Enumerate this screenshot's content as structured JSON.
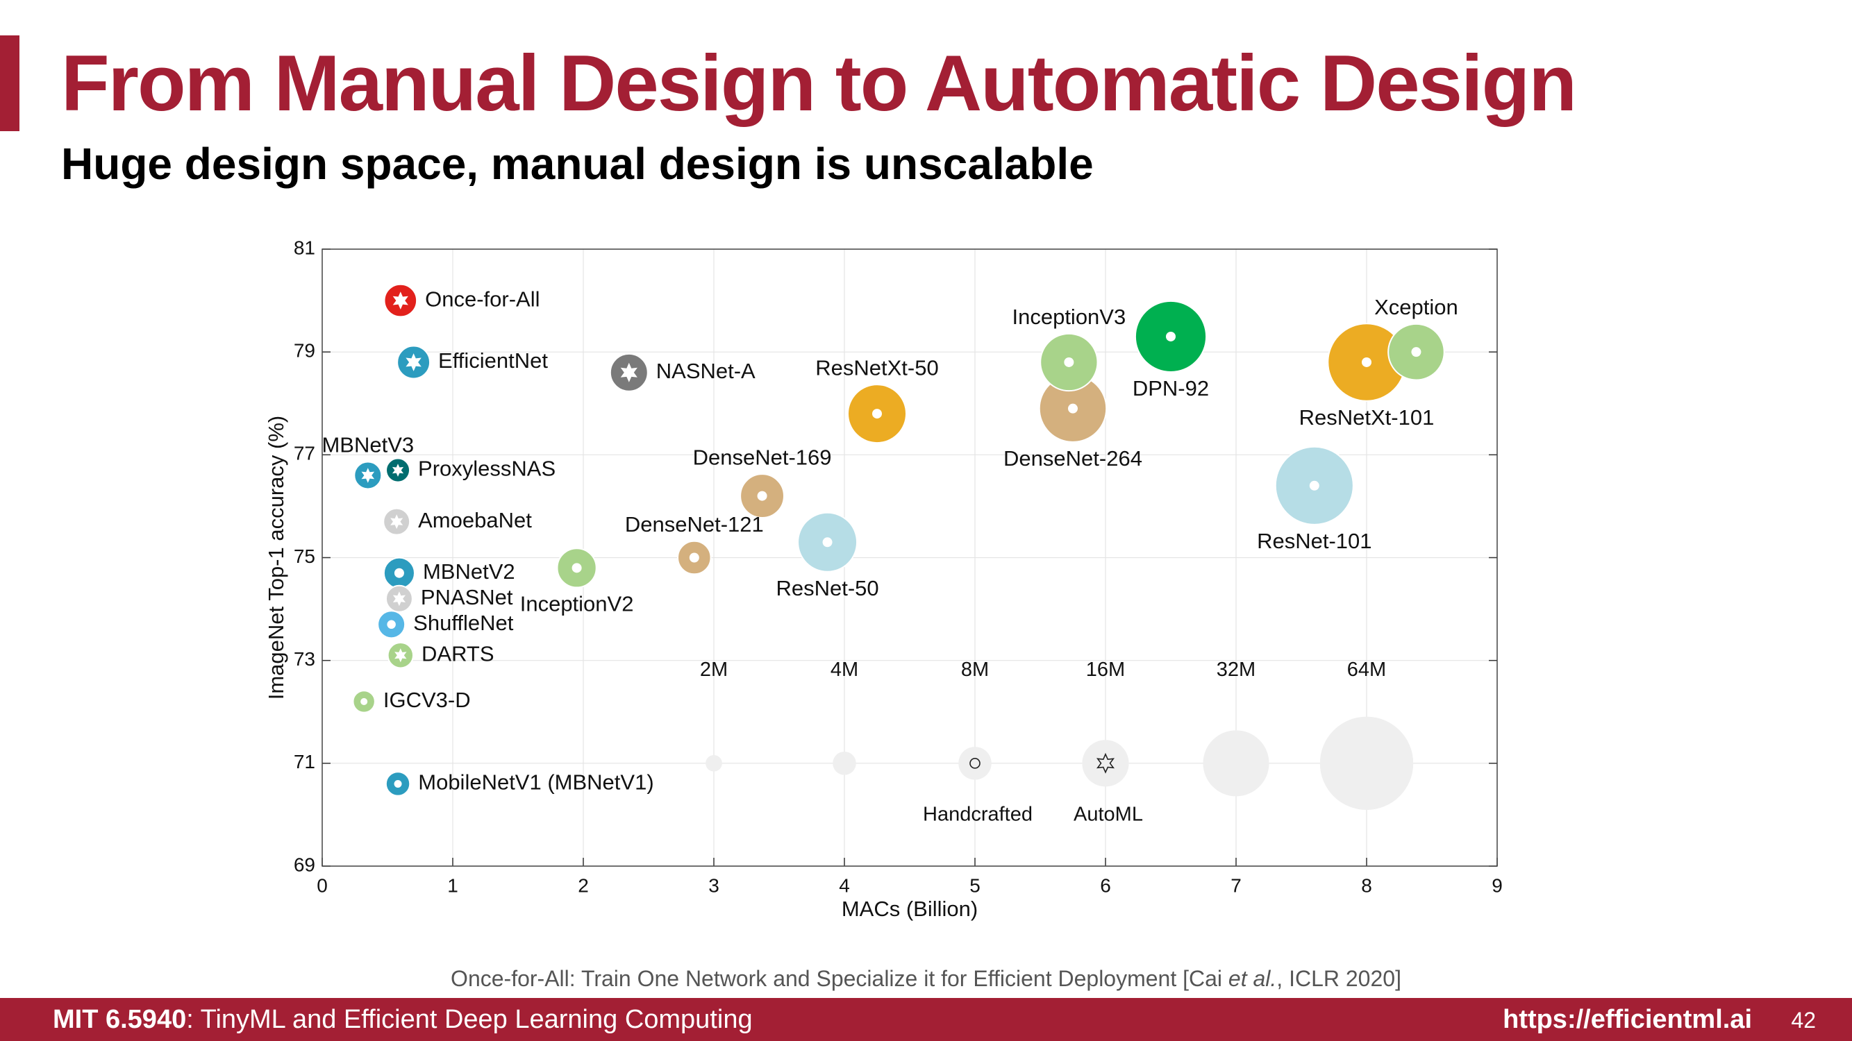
{
  "slide": {
    "title": "From Manual Design to Automatic Design",
    "subtitle": "Huge design space, manual design is unscalable",
    "citation_pre": "Once-for-All: Train One Network and Specialize it for Efficient Deployment [Cai ",
    "citation_em": "et al.",
    "citation_post": ", ICLR 2020]",
    "footer_course_bold": "MIT 6.5940",
    "footer_course_rest": ": TinyML and Efficient Deep Learning Computing",
    "footer_url": "https://efficientml.ai",
    "page_number": "42",
    "accent_color": "#a31f34"
  },
  "chart_data": {
    "type": "scatter",
    "subtype": "bubble",
    "xlabel": "MACs (Billion)",
    "ylabel": "ImageNet Top-1 accuracy (%)",
    "xlim": [
      0,
      9
    ],
    "ylim": [
      69,
      81
    ],
    "xticks": [
      0,
      1,
      2,
      3,
      4,
      5,
      6,
      7,
      8,
      9
    ],
    "yticks": [
      69,
      71,
      73,
      75,
      77,
      79,
      81
    ],
    "grid": true,
    "size_legend": {
      "labels": [
        "2M",
        "4M",
        "8M",
        "16M",
        "32M",
        "64M"
      ],
      "params_m": [
        2,
        4,
        8,
        16,
        32,
        64
      ],
      "x": [
        3,
        4,
        5,
        6,
        7,
        8
      ],
      "y": 71,
      "color": "#efefef"
    },
    "marker_legend": [
      {
        "label": "Handcrafted",
        "marker": "dot",
        "x": 5,
        "y": 71
      },
      {
        "label": "AutoML",
        "marker": "star",
        "x": 6,
        "y": 71
      }
    ],
    "points": [
      {
        "name": "Once-for-All",
        "x": 0.6,
        "y": 80.0,
        "params_m": 7.7,
        "color": "#e2211c",
        "marker": "star",
        "label_side": "right"
      },
      {
        "name": "EfficientNet",
        "x": 0.7,
        "y": 78.8,
        "params_m": 7.8,
        "color": "#2c9cbf",
        "marker": "star",
        "label_side": "right"
      },
      {
        "name": "NASNet-A",
        "x": 2.35,
        "y": 78.6,
        "params_m": 10.3,
        "color": "#7a7a7a",
        "marker": "star",
        "label_side": "right"
      },
      {
        "name": "ResNetXt-50",
        "x": 4.25,
        "y": 77.8,
        "params_m": 25,
        "color": "#ecac23",
        "marker": "dot",
        "label_side": "above"
      },
      {
        "name": "InceptionV3",
        "x": 5.72,
        "y": 78.8,
        "params_m": 24,
        "color": "#a8d38a",
        "marker": "dot",
        "label_side": "above"
      },
      {
        "name": "DenseNet-264",
        "x": 5.75,
        "y": 77.9,
        "params_m": 33,
        "color": "#d4b07e",
        "marker": "dot",
        "label_side": "below"
      },
      {
        "name": "DPN-92",
        "x": 6.5,
        "y": 79.3,
        "params_m": 37,
        "color": "#00b050",
        "marker": "dot",
        "label_side": "below"
      },
      {
        "name": "ResNetXt-101",
        "x": 8.0,
        "y": 78.8,
        "params_m": 44,
        "color": "#ecac23",
        "marker": "dot",
        "label_side": "below"
      },
      {
        "name": "Xception",
        "x": 8.38,
        "y": 79.0,
        "params_m": 23,
        "color": "#a8d38a",
        "marker": "dot",
        "label_side": "above"
      },
      {
        "name": "ResNet-101",
        "x": 7.6,
        "y": 76.4,
        "params_m": 44.5,
        "color": "#b6dde6",
        "marker": "dot",
        "label_side": "below"
      },
      {
        "name": "MBNetV3",
        "x": 0.35,
        "y": 76.6,
        "params_m": 5.4,
        "color": "#2c9cbf",
        "marker": "star",
        "label_side": "above"
      },
      {
        "name": "ProxylessNAS",
        "x": 0.58,
        "y": 76.7,
        "params_m": 4.1,
        "color": "#006d6f",
        "marker": "star",
        "label_side": "right"
      },
      {
        "name": "AmoebaNet",
        "x": 0.57,
        "y": 75.7,
        "params_m": 5.1,
        "color": "#d0d0d0",
        "marker": "star",
        "label_side": "right"
      },
      {
        "name": "MBNetV2",
        "x": 0.59,
        "y": 74.7,
        "params_m": 6.9,
        "color": "#2c9cbf",
        "marker": "dot",
        "label_side": "right"
      },
      {
        "name": "PNASNet",
        "x": 0.59,
        "y": 74.2,
        "params_m": 5.1,
        "color": "#d0d0d0",
        "marker": "star",
        "label_side": "right"
      },
      {
        "name": "ShuffleNet",
        "x": 0.53,
        "y": 73.7,
        "params_m": 5.4,
        "color": "#56b7e6",
        "marker": "dot",
        "label_side": "right"
      },
      {
        "name": "DARTS",
        "x": 0.6,
        "y": 73.1,
        "params_m": 4.7,
        "color": "#a8d38a",
        "marker": "star",
        "label_side": "right"
      },
      {
        "name": "IGCV3-D",
        "x": 0.32,
        "y": 72.2,
        "params_m": 3.5,
        "color": "#a8d38a",
        "marker": "dot",
        "label_side": "right"
      },
      {
        "name": "MobileNetV1 (MBNetV1)",
        "x": 0.58,
        "y": 70.6,
        "params_m": 4.2,
        "color": "#2c9cbf",
        "marker": "dot",
        "label_side": "right"
      },
      {
        "name": "DenseNet-169",
        "x": 3.37,
        "y": 76.2,
        "params_m": 14,
        "color": "#d4b07e",
        "marker": "dot",
        "label_side": "above"
      },
      {
        "name": "DenseNet-121",
        "x": 2.85,
        "y": 75.0,
        "params_m": 8,
        "color": "#d4b07e",
        "marker": "dot",
        "label_side": "above"
      },
      {
        "name": "InceptionV2",
        "x": 1.95,
        "y": 74.8,
        "params_m": 11.2,
        "color": "#a8d38a",
        "marker": "dot",
        "label_side": "below"
      },
      {
        "name": "ResNet-50",
        "x": 3.87,
        "y": 75.3,
        "params_m": 25.6,
        "color": "#b6dde6",
        "marker": "dot",
        "label_side": "below"
      }
    ]
  }
}
